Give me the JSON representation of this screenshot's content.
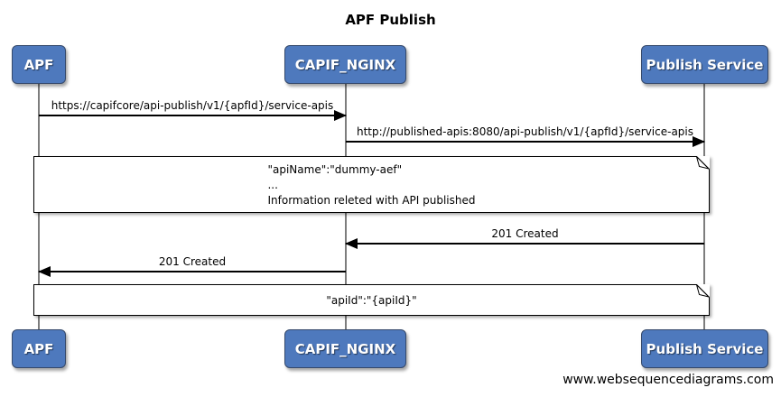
{
  "title": "APF Publish",
  "watermark": "www.websequencediagrams.com",
  "colors": {
    "actor_fill": "#4E79BD",
    "actor_border": "#35496B",
    "lifeline": "#7d7d7d",
    "arrow": "#000000",
    "note_fill": "#ffffff",
    "note_border": "#000000"
  },
  "actors": [
    {
      "id": "apf",
      "label": "APF"
    },
    {
      "id": "capif-nginx",
      "label": "CAPIF_NGINX"
    },
    {
      "id": "publish-service",
      "label": "Publish Service"
    }
  ],
  "messages": [
    {
      "from": "APF",
      "to": "CAPIF_NGINX",
      "direction": "right",
      "label": "https://capifcore/api-publish/v1/{apfId}/service-apis"
    },
    {
      "from": "CAPIF_NGINX",
      "to": "Publish Service",
      "direction": "right",
      "label": "http://published-apis:8080/api-publish/v1/{apfId}/service-apis"
    },
    {
      "from": "Publish Service",
      "to": "CAPIF_NGINX",
      "direction": "left",
      "label": "201 Created"
    },
    {
      "from": "CAPIF_NGINX",
      "to": "APF",
      "direction": "left",
      "label": "201 Created"
    }
  ],
  "notes": [
    {
      "lines": [
        "\"apiName\":\"dummy-aef\"",
        "...",
        "Information releted with API published"
      ]
    },
    {
      "lines": [
        "\"apiId\":\"{apiId}\""
      ]
    }
  ]
}
